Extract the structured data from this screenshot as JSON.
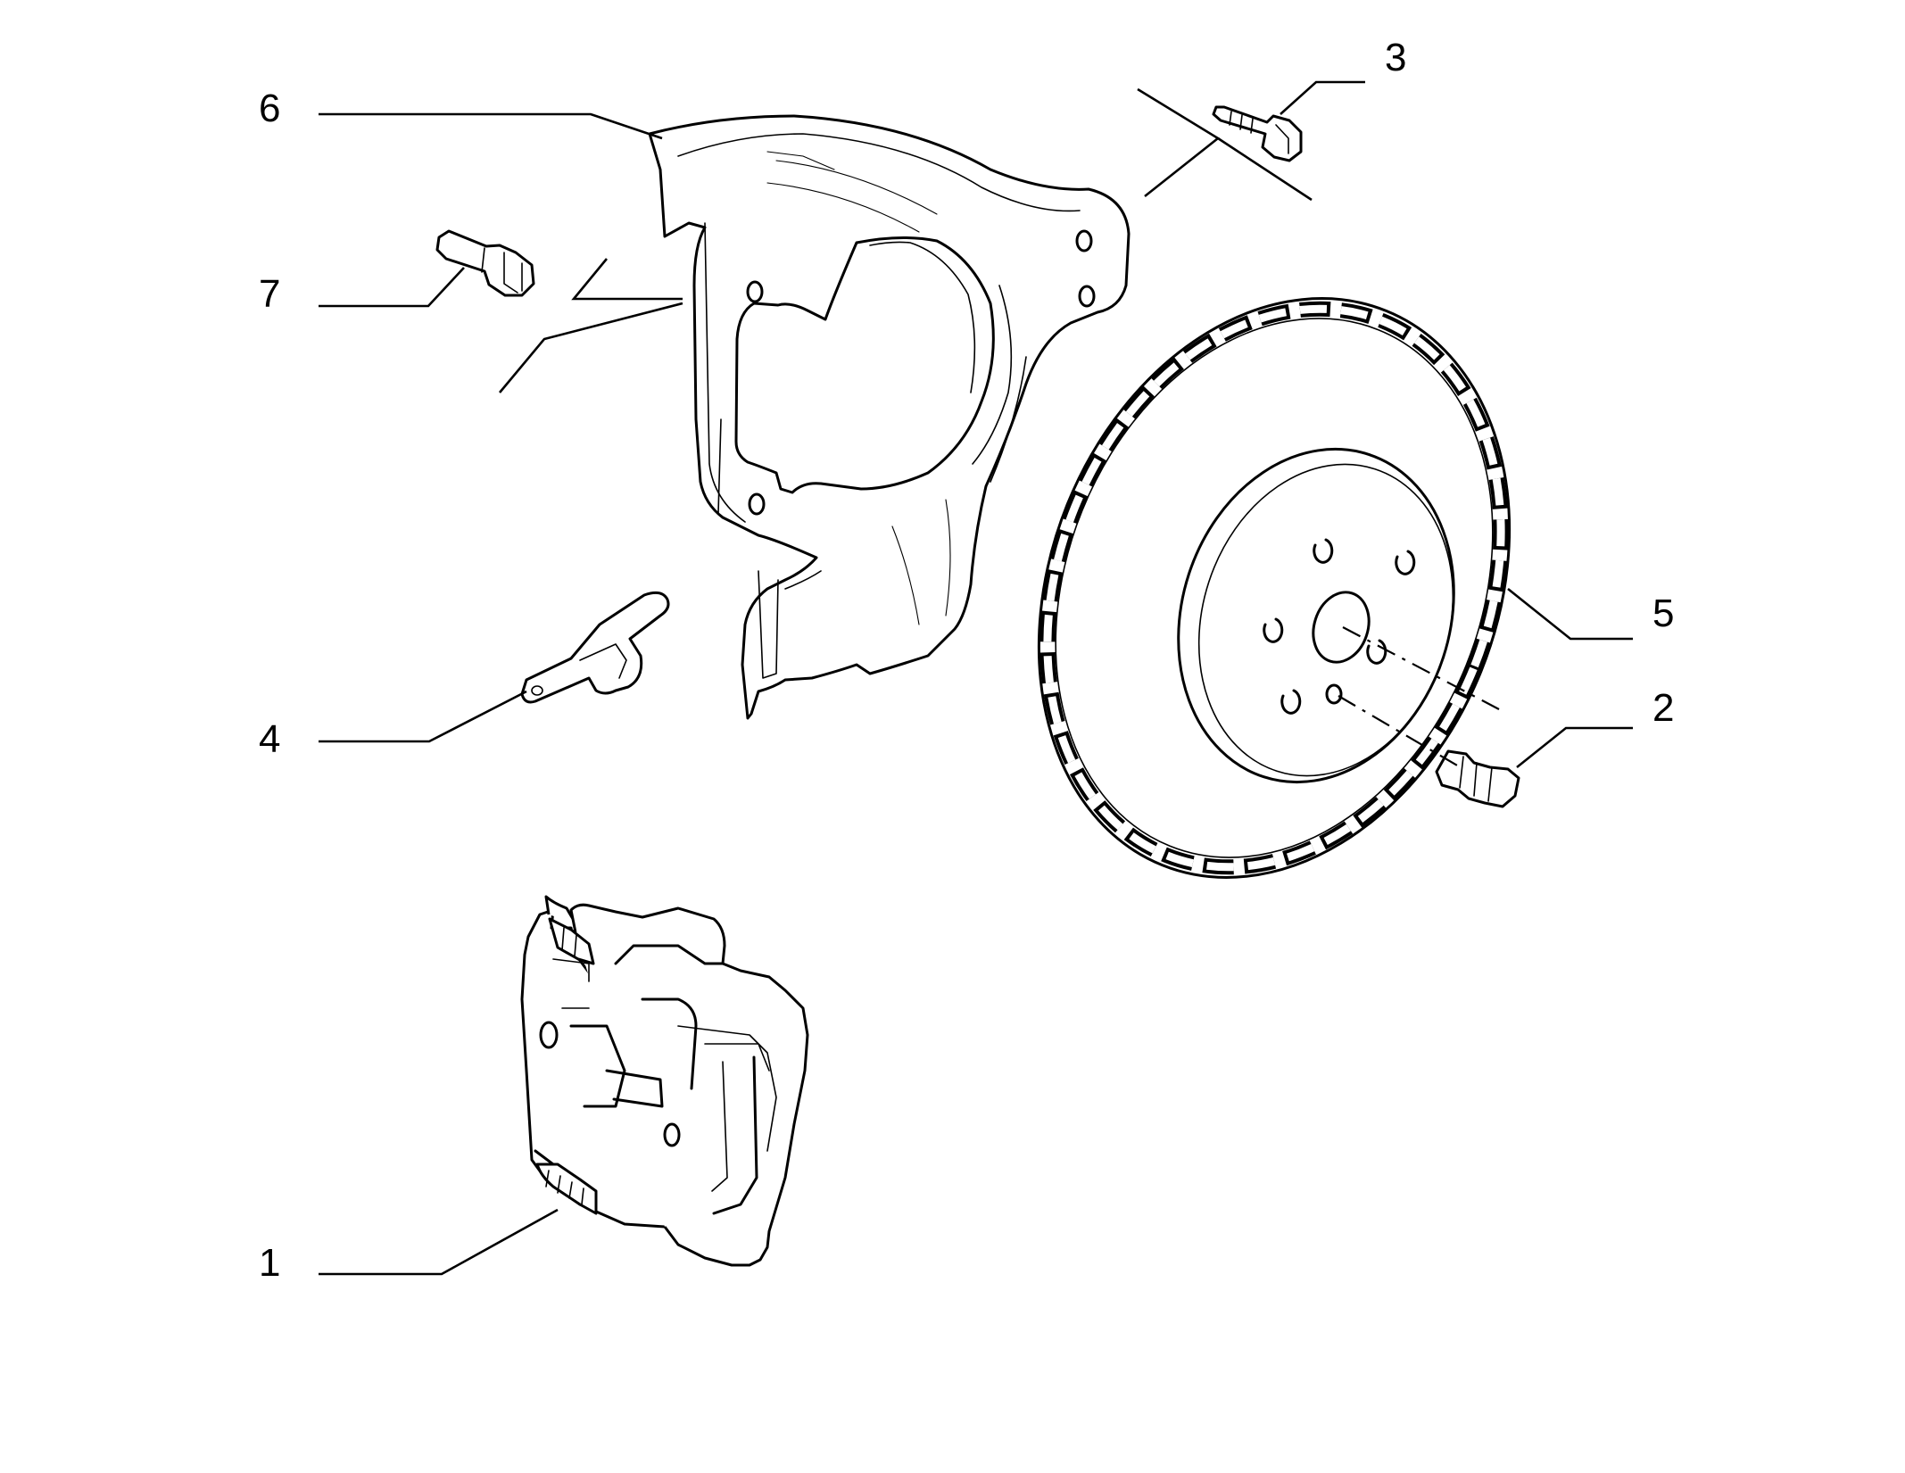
{
  "callouts": {
    "c1": "1",
    "c2": "2",
    "c3": "3",
    "c4": "4",
    "c5": "5",
    "c6": "6",
    "c7": "7"
  },
  "colors": {
    "background": "#ffffff",
    "ink": "#000000"
  }
}
